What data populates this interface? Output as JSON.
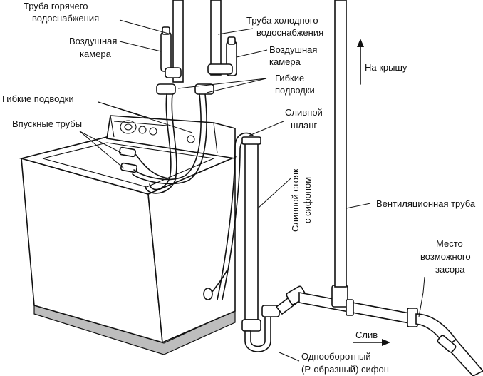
{
  "labels": {
    "hot_pipe_line1": "Труба горячего",
    "hot_pipe_line2": "водоснабжения",
    "cold_pipe_line1": "Труба холодного",
    "cold_pipe_line2": "водоснабжения",
    "air_chamber_left_line1": "Воздушная",
    "air_chamber_left_line2": "камера",
    "air_chamber_right_line1": "Воздушная",
    "air_chamber_right_line2": "камера",
    "flex_hoses_right_line1": "Гибкие",
    "flex_hoses_right_line2": "подводки",
    "flex_hoses_left": "Гибкие подводки",
    "inlet_pipes": "Впускные трубы",
    "drain_hose_line1": "Сливной",
    "drain_hose_line2": "шланг",
    "to_roof": "На крышу",
    "standpipe_line1": "Сливной стояк",
    "standpipe_line2": "с сифоном",
    "vent_pipe": "Вентиляционная труба",
    "clog_line1": "Место",
    "clog_line2": "возможного",
    "clog_line3": "засора",
    "drain": "Слив",
    "trap_line1": "Однооборотный",
    "trap_line2": "(P-образный) сифон"
  }
}
